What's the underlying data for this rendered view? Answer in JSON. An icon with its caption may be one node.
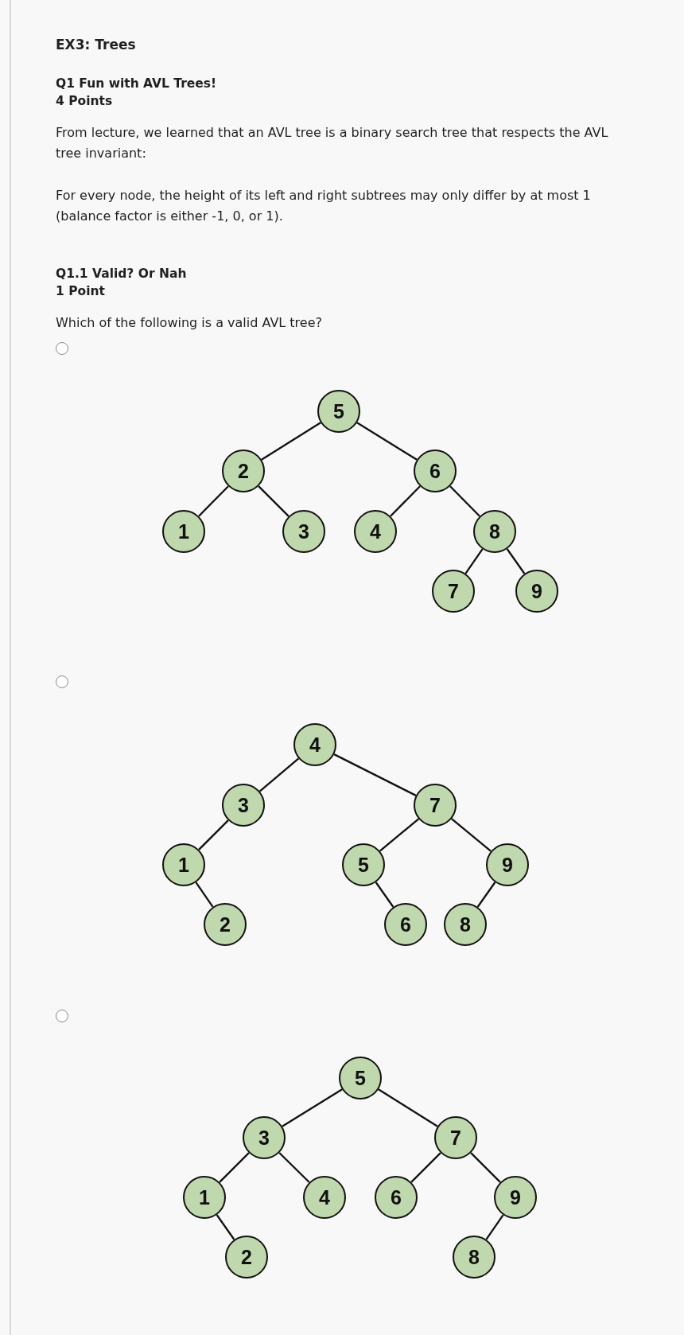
{
  "diagram": {
    "title": "EX3: Trees",
    "nodes": [
      {
        "text": [
          "5"
        ]
      },
      {
        "text": [
          "2"
        ]
      },
      {
        "text": [
          "6"
        ]
      },
      {
        "text": [
          "1"
        ]
      },
      {
        "text": [
          "3"
        ]
      },
      {
        "text": [
          "4"
        ]
      },
      {
        "text": [
          "8"
        ]
      },
      {
        "text": [
          "7"
        ]
      },
      {
        "text": [
          "9"
        ]
      },
      {
        "text": [
          "4"
        ]
      },
      {
        "text": [
          "3"
        ]
      },
      {
        "text": [
          "7"
        ]
      },
      {
        "text": [
          "1"
        ]
      },
      {
        "text": [
          "5"
        ]
      },
      {
        "text": [
          "9"
        ]
      },
      {
        "text": [
          "2"
        ]
      },
      {
        "text": [
          "6"
        ]
      },
      {
        "text": [
          "8"
        ]
      },
      {
        "text": [
          "5"
        ]
      },
      {
        "text": [
          "3"
        ]
      },
      {
        "text": [
          "7"
        ]
      },
      {
        "text": [
          "1"
        ]
      },
      {
        "text": [
          "4"
        ]
      },
      {
        "text": [
          "6"
        ]
      },
      {
        "text": [
          "9"
        ]
      },
      {
        "text": [
          "2"
        ]
      },
      {
        "text": [
          "8"
        ]
      }
    ],
    "edges": [
      {
        "from": 0,
        "to": 1,
        "arrow": "none"
      },
      {
        "from": 0,
        "to": 2,
        "arrow": "none"
      },
      {
        "from": 1,
        "to": 3,
        "arrow": "none"
      },
      {
        "from": 1,
        "to": 4,
        "arrow": "none"
      },
      {
        "from": 2,
        "to": 5,
        "arrow": "none"
      },
      {
        "from": 2,
        "to": 6,
        "arrow": "none"
      },
      {
        "from": 6,
        "to": 7,
        "arrow": "none"
      },
      {
        "from": 6,
        "to": 8,
        "arrow": "none"
      },
      {
        "from": 9,
        "to": 10,
        "arrow": "none"
      },
      {
        "from": 9,
        "to": 11,
        "arrow": "none"
      },
      {
        "from": 10,
        "to": 12,
        "arrow": "none"
      },
      {
        "from": 11,
        "to": 13,
        "arrow": "none"
      },
      {
        "from": 11,
        "to": 14,
        "arrow": "none"
      },
      {
        "from": 12,
        "to": 15,
        "arrow": "none"
      },
      {
        "from": 13,
        "to": 16,
        "arrow": "none"
      },
      {
        "from": 14,
        "to": 17,
        "arrow": "none"
      },
      {
        "from": 18,
        "to": 19,
        "arrow": "none"
      },
      {
        "from": 18,
        "to": 20,
        "arrow": "none"
      },
      {
        "from": 19,
        "to": 21,
        "arrow": "none"
      },
      {
        "from": 19,
        "to": 22,
        "arrow": "none"
      },
      {
        "from": 20,
        "to": 23,
        "arrow": "none"
      },
      {
        "from": 20,
        "to": 24,
        "arrow": "none"
      },
      {
        "from": 21,
        "to": 25,
        "arrow": "none"
      },
      {
        "from": 24,
        "to": 26,
        "arrow": "none"
      }
    ],
    "labels": [
      "Q1 Fun with AVL Trees!",
      "4 Points",
      "From lecture, we learned that an AVL tree is a binary search tree that respects the AVL tree invariant:",
      "For every node, the height of its left and right subtrees may only differ by at most 1 (balance factor is either -1, 0, or 1).",
      "Q1.1 Valid? Or Nah",
      "1 Point",
      "Which of the following is a valid AVL tree?"
    ]
  }
}
